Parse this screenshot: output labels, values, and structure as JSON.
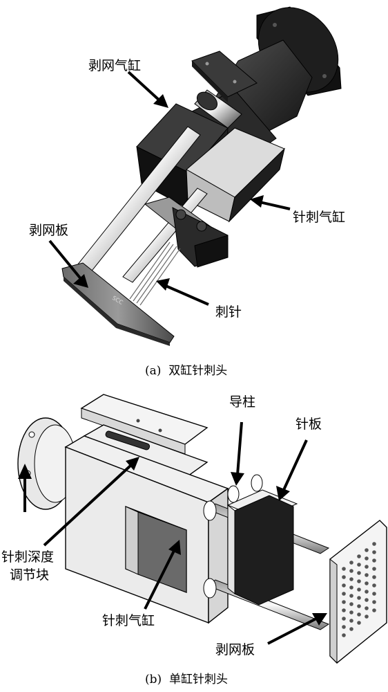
{
  "figure_a": {
    "labels": {
      "strip_cylinder": "剥网气缸",
      "strip_plate": "剥网板",
      "needle_cylinder": "针刺气缸",
      "needles": "刺针"
    },
    "caption": {
      "tag": "(a)",
      "text": "双缸针刺头"
    }
  },
  "figure_b": {
    "labels": {
      "guide_post": "导柱",
      "needle_plate": "针板",
      "depth_block_line1": "针刺深度",
      "depth_block_line2": "调节块",
      "needle_cylinder": "针刺气缸",
      "strip_plate": "剥网板"
    },
    "caption": {
      "tag": "(b)",
      "text": "单缸针刺头"
    }
  },
  "colors": {
    "dark_metal": "#1c1c1c",
    "light_metal": "#ececec",
    "outline": "#000000"
  }
}
